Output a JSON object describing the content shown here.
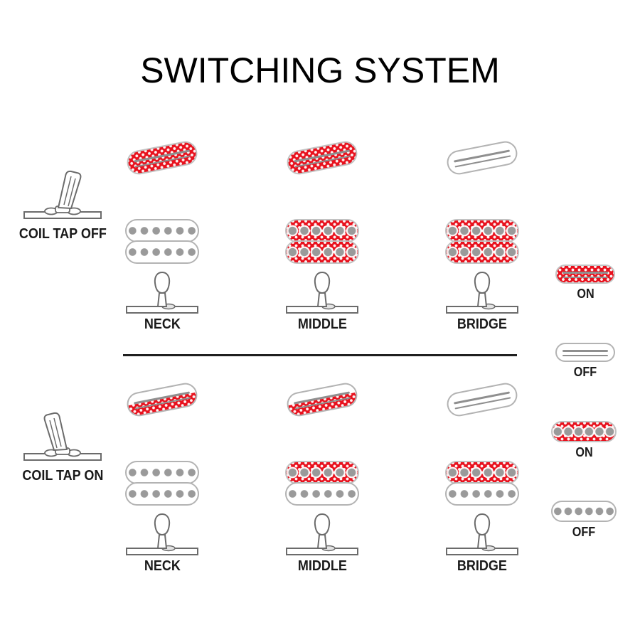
{
  "title": "SWITCHING SYSTEM",
  "colors": {
    "active_red": "#e8111d",
    "pickup_outline_gray": "#b3b3b3",
    "pole_gray": "#9a9a9a",
    "line_black": "#1f1f1f"
  },
  "rows": [
    {
      "switch_label": "COIL TAP OFF",
      "switch_direction": "right",
      "positions": [
        {
          "label": "NECK",
          "rail_state": "on",
          "humbucker_top_state": "off",
          "humbucker_bottom_state": "off",
          "lever": "left"
        },
        {
          "label": "MIDDLE",
          "rail_state": "on",
          "humbucker_top_state": "on",
          "humbucker_bottom_state": "on",
          "lever": "up"
        },
        {
          "label": "BRIDGE",
          "rail_state": "off",
          "humbucker_top_state": "on",
          "humbucker_bottom_state": "on",
          "lever": "right"
        }
      ]
    },
    {
      "switch_label": "COIL TAP ON",
      "switch_direction": "left",
      "positions": [
        {
          "label": "NECK",
          "rail_state": "half",
          "humbucker_top_state": "off",
          "humbucker_bottom_state": "off",
          "lever": "left"
        },
        {
          "label": "MIDDLE",
          "rail_state": "half",
          "humbucker_top_state": "on",
          "humbucker_bottom_state": "off",
          "lever": "up"
        },
        {
          "label": "BRIDGE",
          "rail_state": "off",
          "humbucker_top_state": "on",
          "humbucker_bottom_state": "off",
          "lever": "right"
        }
      ]
    }
  ],
  "legend": [
    {
      "pickup": "rail",
      "state": "on",
      "label": "ON"
    },
    {
      "pickup": "rail",
      "state": "off",
      "label": "OFF"
    },
    {
      "pickup": "coil",
      "state": "on",
      "label": "ON"
    },
    {
      "pickup": "coil",
      "state": "off",
      "label": "OFF"
    }
  ]
}
